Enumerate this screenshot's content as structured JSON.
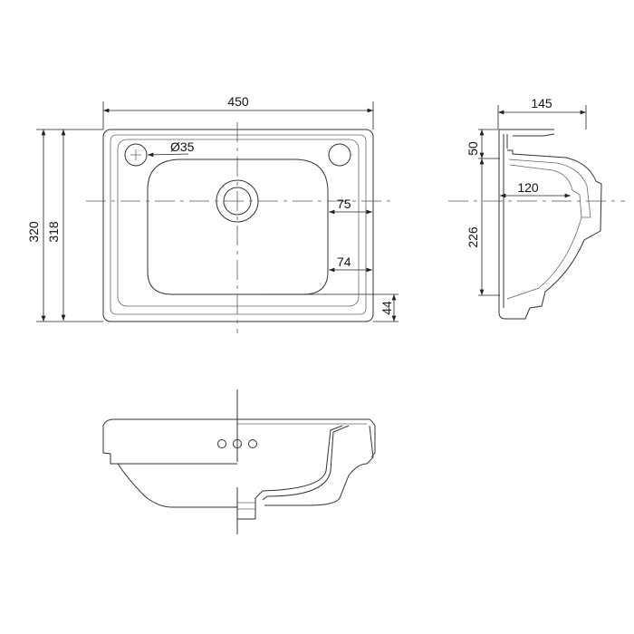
{
  "top_view": {
    "width_label": "450",
    "hole_diameter_label": "Ø35",
    "bowl_side_offset_label": "75",
    "bowl_lower_offset_label": "74",
    "front_rim_label": "44",
    "overall_depth_label": "320",
    "inner_depth_label": "318"
  },
  "side_view": {
    "height_label": "145",
    "rim_label": "50",
    "drain_offset_label": "120",
    "lower_label": "226"
  },
  "colors": {
    "line": "#333333",
    "background": "#ffffff"
  }
}
